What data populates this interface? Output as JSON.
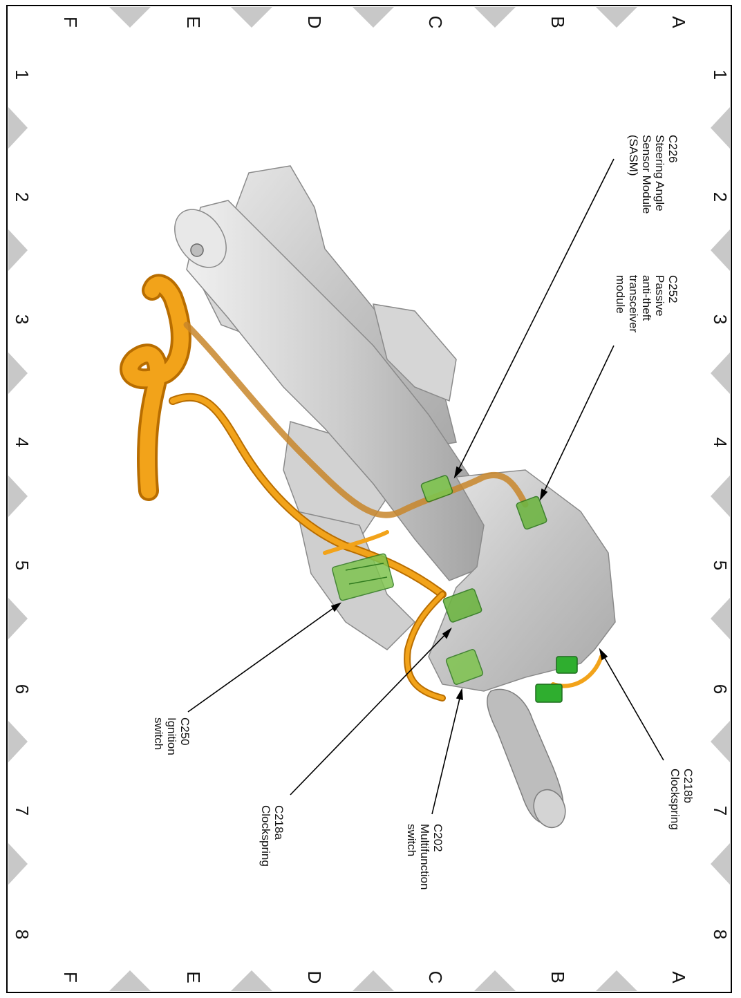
{
  "frame": {
    "row_letters": [
      "A",
      "B",
      "C",
      "D",
      "E",
      "F"
    ],
    "column_numbers": [
      "1",
      "2",
      "3",
      "4",
      "5",
      "6",
      "7",
      "8"
    ],
    "border_color": "#000000",
    "marker_color": "#c8c8c8"
  },
  "colors": {
    "harness": "#f2a31a",
    "harness_shadow": "#b86d00",
    "connector": "#3d9a2a",
    "connector_light": "#7fc44f",
    "housing": "#cfcfcf",
    "housing_dark": "#9a9a9a"
  },
  "callouts": [
    {
      "id": "c226",
      "lines": [
        "C226",
        "Steering Angle",
        "Sensor Module",
        "(SASM)"
      ]
    },
    {
      "id": "c252",
      "lines": [
        "C252",
        "Passive",
        "anti-theft",
        "transceiver",
        "module"
      ]
    },
    {
      "id": "c218b",
      "lines": [
        "C218b",
        "Clockspring"
      ]
    },
    {
      "id": "c202",
      "lines": [
        "C202",
        "Multifunction",
        "switch"
      ]
    },
    {
      "id": "c218a",
      "lines": [
        "C218a",
        "Clockspring"
      ]
    },
    {
      "id": "c250",
      "lines": [
        "C250",
        "Ignition",
        "switch"
      ]
    }
  ]
}
